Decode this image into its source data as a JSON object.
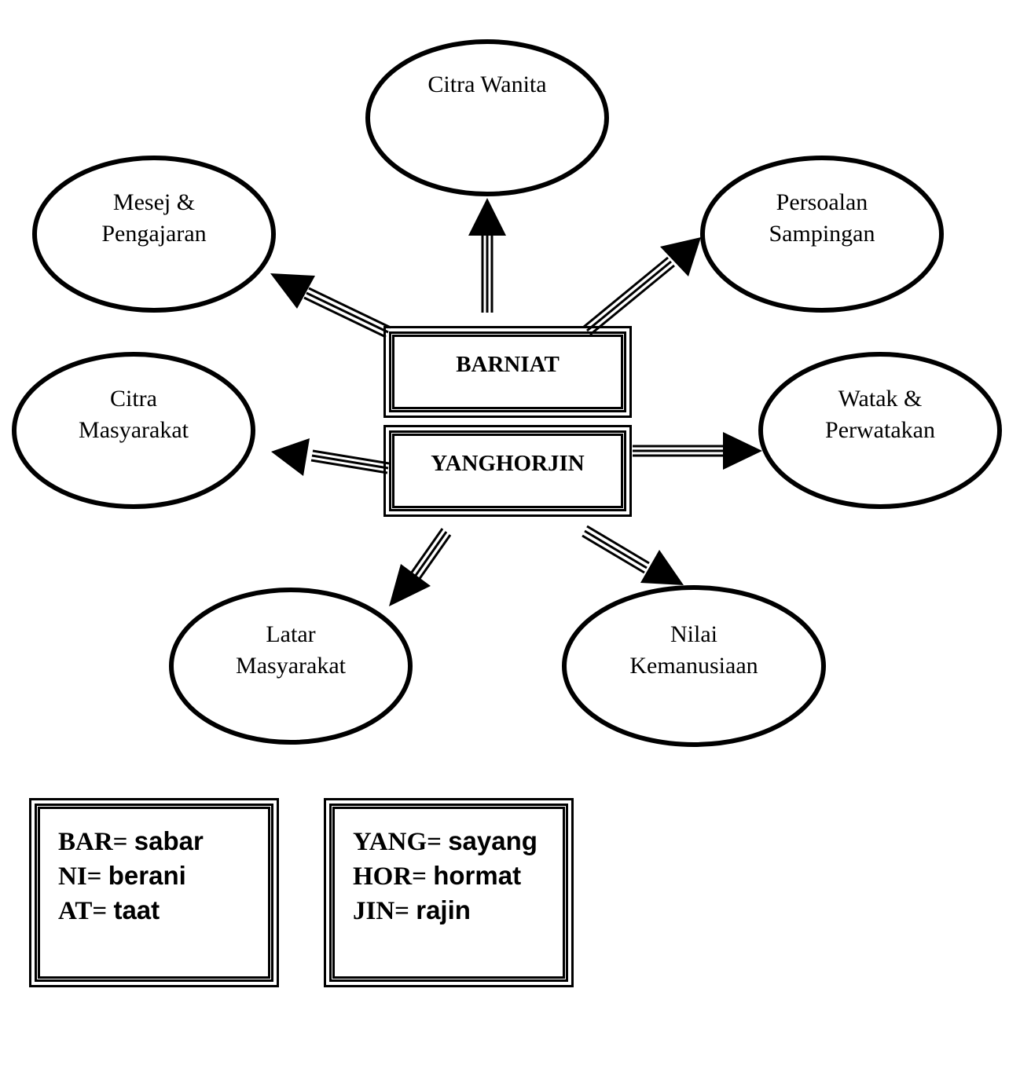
{
  "center": {
    "top_label": "BARNIAT",
    "bottom_label": "YANGHORJIN"
  },
  "nodes": {
    "citra_wanita": {
      "line1": "Citra Wanita",
      "line2": ""
    },
    "mesej": {
      "line1": "Mesej &",
      "line2": "Pengajaran"
    },
    "persoalan": {
      "line1": "Persoalan",
      "line2": "Sampingan"
    },
    "citra_masyarakat": {
      "line1": "Citra",
      "line2": "Masyarakat"
    },
    "watak": {
      "line1": "Watak &",
      "line2": "Perwatakan"
    },
    "latar": {
      "line1": "Latar",
      "line2": "Masyarakat"
    },
    "nilai": {
      "line1": "Nilai",
      "line2": "Kemanusiaan"
    }
  },
  "legend_left": [
    {
      "key": "BAR=",
      "word": "sabar"
    },
    {
      "key": "NI=",
      "word": "berani"
    },
    {
      "key": "AT=",
      "word": "taat"
    }
  ],
  "legend_right": [
    {
      "key": "YANG=",
      "word": "sayang"
    },
    {
      "key": "HOR=",
      "word": "hormat"
    },
    {
      "key": "JIN=",
      "word": "rajin"
    }
  ],
  "colors": {
    "stroke": "#000000",
    "background": "#ffffff"
  }
}
